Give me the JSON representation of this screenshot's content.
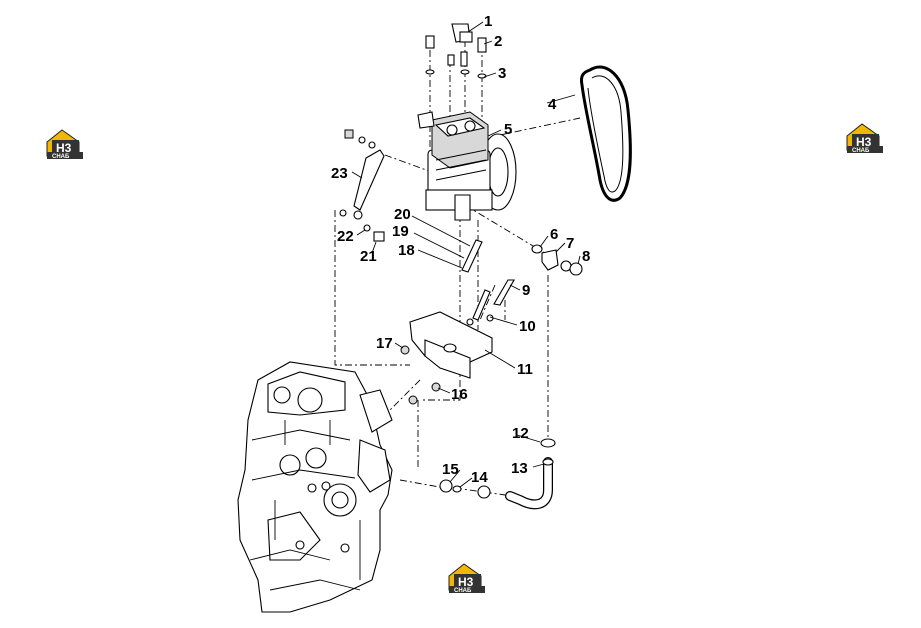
{
  "diagram": {
    "callouts": [
      "1",
      "2",
      "3",
      "4",
      "5",
      "6",
      "7",
      "8",
      "9",
      "10",
      "11",
      "12",
      "13",
      "14",
      "15",
      "16",
      "17",
      "18",
      "19",
      "20",
      "21",
      "22",
      "23"
    ]
  },
  "watermark": {
    "logo_main": "H3",
    "logo_sub": "СНАБ",
    "colors": {
      "yellow": "#f2b705",
      "dark": "#333333"
    }
  }
}
